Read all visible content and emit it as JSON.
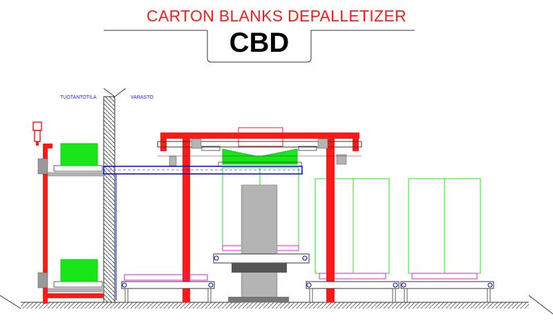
{
  "header": {
    "title": "CARTON BLANKS DEPALLETIZER",
    "code": "CBD"
  },
  "zones": {
    "production": "TUOTANTOTILA",
    "storage": "VARASTO"
  },
  "colors": {
    "frame": "#ff1a1a",
    "product": "#19e619",
    "product_outline": "#12c812",
    "conveyor": "#0000cc",
    "pallet": "#e619e6",
    "column": "#b4b4b4",
    "column_dark": "#787878",
    "floor_hatch": "#6e6e6e"
  }
}
